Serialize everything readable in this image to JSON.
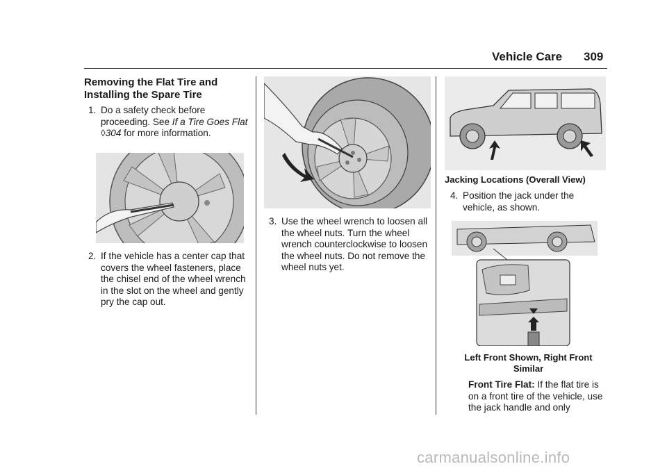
{
  "header": {
    "section": "Vehicle Care",
    "page_number": "309"
  },
  "heading": "Removing the Flat Tire and Installing the Spare Tire",
  "steps": [
    {
      "num": "1.",
      "text_before": "Do a safety check before proceeding. See ",
      "link_text": "If a Tire Goes Flat",
      "link_symbol": "◊",
      "link_page": "304",
      "text_after": " for more information."
    },
    {
      "num": "2.",
      "text": "If the vehicle has a center cap that covers the wheel fasteners, place the chisel end of the wheel wrench in the slot on the wheel and gently pry the cap out."
    },
    {
      "num": "3.",
      "text": "Use the wheel wrench to loosen all the wheel nuts. Turn the wheel wrench counterclockwise to loosen the wheel nuts. Do not remove the wheel nuts yet."
    },
    {
      "num": "4.",
      "text": "Position the jack under the vehicle, as shown."
    }
  ],
  "captions": {
    "jacking_overall": "Jacking Locations (Overall View)",
    "left_front_line1": "Left Front Shown, Right Front",
    "left_front_line2": "Similar"
  },
  "front_tire": {
    "label": "Front Tire Flat:",
    "text": " If the flat tire is on a front tire of the vehicle, use the jack handle and only"
  },
  "watermark": "carmanualsonline.info"
}
